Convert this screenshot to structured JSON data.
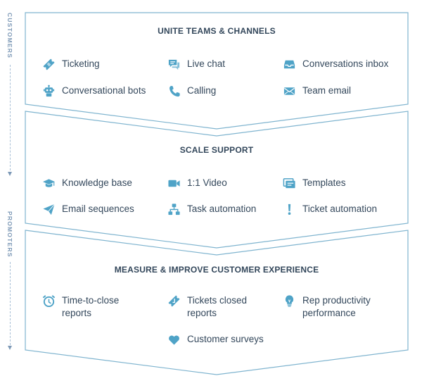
{
  "side_labels": {
    "top": "CUSTOMERS",
    "bottom": "PROMOTERS"
  },
  "colors": {
    "border": "#7fb4cf",
    "icon": "#4fa3c7",
    "text": "#33475b",
    "side_label": "#7c98b6"
  },
  "sections": [
    {
      "title": "UNITE TEAMS & CHANNELS",
      "items": [
        {
          "label": "Ticketing",
          "icon": "ticket-icon"
        },
        {
          "label": "Live chat",
          "icon": "chat-icon"
        },
        {
          "label": "Conversations inbox",
          "icon": "inbox-icon"
        },
        {
          "label": "Conversational bots",
          "icon": "bot-icon"
        },
        {
          "label": "Calling",
          "icon": "phone-icon"
        },
        {
          "label": "Team email",
          "icon": "email-icon"
        }
      ]
    },
    {
      "title": "SCALE SUPPORT",
      "items": [
        {
          "label": "Knowledge base",
          "icon": "graduation-cap-icon"
        },
        {
          "label": "1:1 Video",
          "icon": "video-camera-icon"
        },
        {
          "label": "Templates",
          "icon": "templates-icon"
        },
        {
          "label": "Email sequences",
          "icon": "paper-plane-icon"
        },
        {
          "label": "Task automation",
          "icon": "hierarchy-icon"
        },
        {
          "label": "Ticket automation",
          "icon": "exclamation-icon"
        }
      ]
    },
    {
      "title": "MEASURE & IMPROVE CUSTOMER EXPERIENCE",
      "items": [
        {
          "label": "Time-to-close reports",
          "icon": "alarm-clock-icon"
        },
        {
          "label": "Tickets closed reports",
          "icon": "ticket-check-icon"
        },
        {
          "label": "Rep productivity performance",
          "icon": "lightbulb-icon"
        },
        {
          "label": "Customer surveys",
          "icon": "heart-icon"
        }
      ]
    }
  ]
}
